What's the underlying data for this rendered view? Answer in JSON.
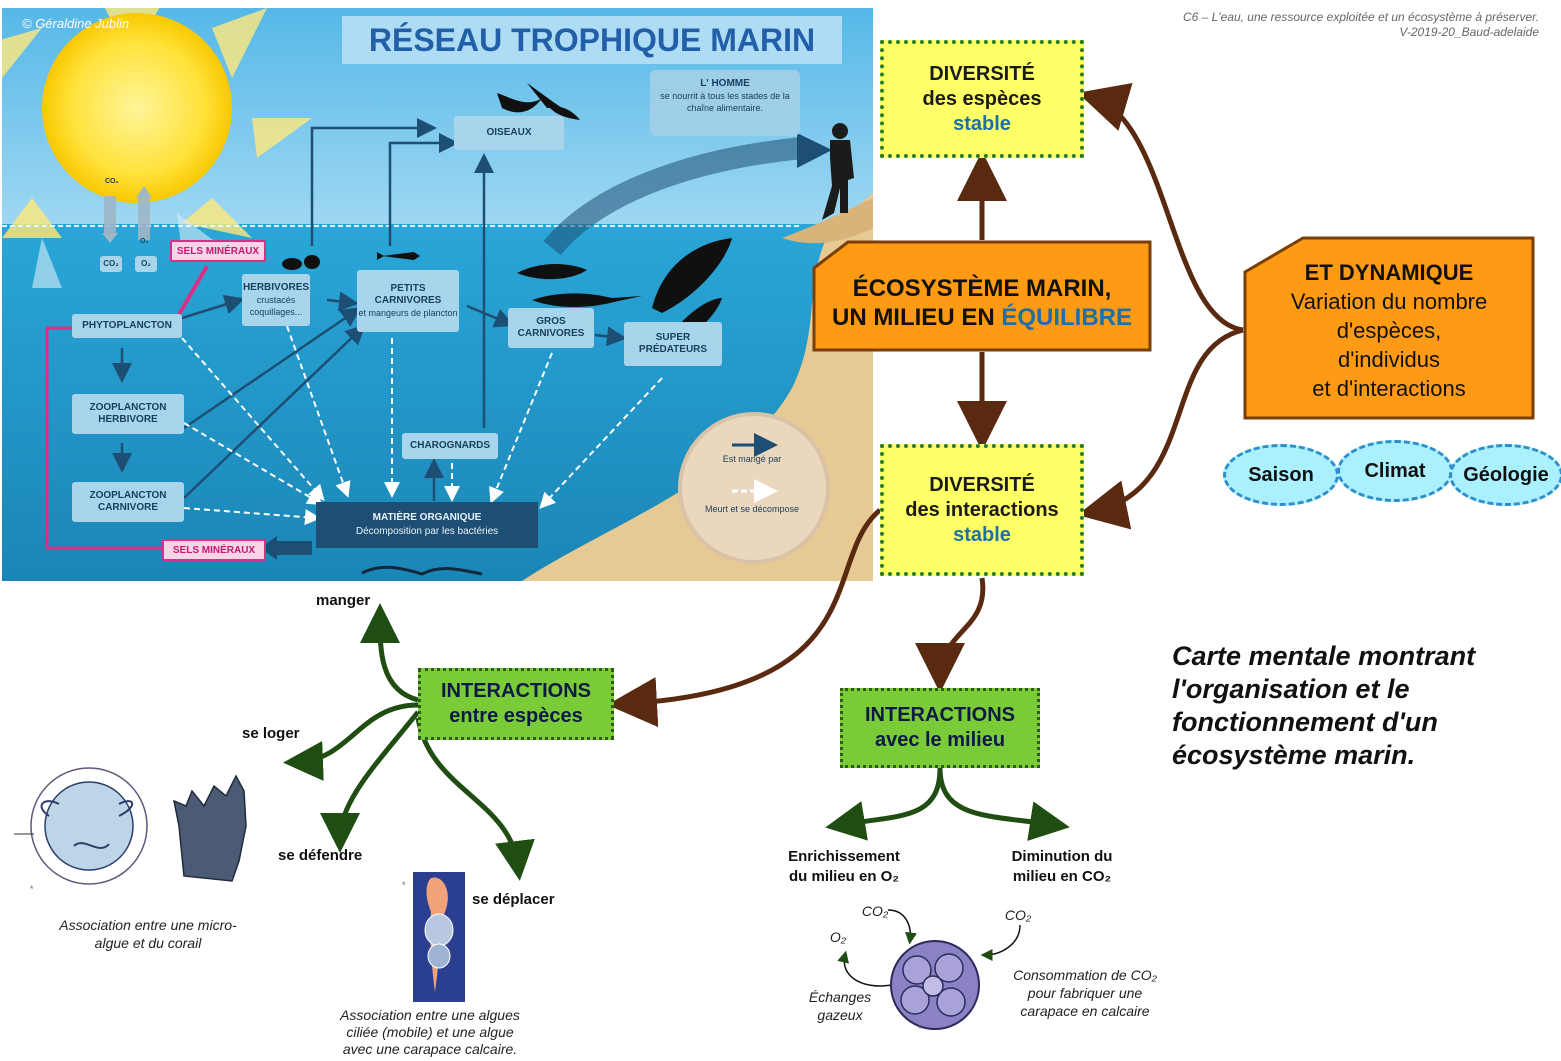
{
  "header": {
    "line1": "C6 – L'eau, une ressource exploitée et un écosystème à préserver.",
    "line2": "V-2019-20_Baud-adelaide"
  },
  "foodweb": {
    "copyright": "© Géraldine Jublin",
    "title": "RÉSEAU TROPHIQUE MARIN",
    "co2_top": "CO₂",
    "o2_top": "O₂",
    "co2_box": "CO₂",
    "o2_box": "O₂",
    "sels_top": "SELS MINÉRAUX",
    "sels_bottom": "SELS MINÉRAUX",
    "phytoplancton": "PHYTOPLANCTON",
    "herbivores_title": "HERBIVORES",
    "herbivores_sub": "crustacés coquillages...",
    "petits_title": "PETITS CARNIVORES",
    "petits_sub": "et mangeurs de plancton",
    "gros": "GROS CARNIVORES",
    "super": "SUPER PRÉDATEURS",
    "oiseaux": "OISEAUX",
    "zoo_herb": "ZOOPLANCTON HERBIVORE",
    "zoo_carn": "ZOOPLANCTON CARNIVORE",
    "charognards": "CHAROGNARDS",
    "mo_title": "MATIÈRE ORGANIQUE",
    "mo_sub": "Décomposition par les bactéries",
    "homme_title": "L' HOMME",
    "homme_sub": "se nourrit à tous les stades de la chaîne alimentaire.",
    "legend_eaten": "Est mangé par",
    "legend_decomp": "Meurt et se décompose"
  },
  "mindmap": {
    "center_line1": "ÉCOSYSTÈME MARIN,",
    "center_line2a": "UN MILIEU EN ",
    "center_line2b": "ÉQUILIBRE",
    "div_especes_1": "DIVERSITÉ",
    "div_especes_2": "des espèces",
    "div_especes_3": "stable",
    "div_inter_1": "DIVERSITÉ",
    "div_inter_2": "des interactions",
    "div_inter_3": "stable",
    "dyn_title": "ET DYNAMIQUE",
    "dyn_1": "Variation du nombre",
    "dyn_2": "d'espèces,",
    "dyn_3": "d'individus",
    "dyn_4": "et d'interactions",
    "factors": [
      "Saison",
      "Climat",
      "Géologie"
    ],
    "inter_especes_1": "INTERACTIONS",
    "inter_especes_2": "entre espèces",
    "inter_milieu_1": "INTERACTIONS",
    "inter_milieu_2": "avec le milieu",
    "branches": {
      "manger": "manger",
      "se_loger": "se loger",
      "se_defendre": "se défendre",
      "se_deplacer": "se déplacer"
    },
    "enrich_1": "Enrichissement",
    "enrich_2": "du milieu en O₂",
    "dimin_1": "Diminution du",
    "dimin_2": "milieu en CO₂",
    "cap_coral_1": "Association entre une micro-",
    "cap_coral_2": "algue et du corail",
    "cap_cilie_1": "Association entre une algues",
    "cap_cilie_2": "ciliée (mobile) et une algue",
    "cap_cilie_3": "avec une carapace calcaire.",
    "cocco_co2_in": "CO₂",
    "cocco_co2_right": "CO₂",
    "cocco_o2": "O₂",
    "echanges_1": "Échanges",
    "echanges_2": "gazeux",
    "conso_1": "Consommation de CO₂",
    "conso_2": "pour fabriquer une",
    "conso_3": "carapace en calcaire",
    "star": "*",
    "summary_1": "Carte mentale montrant",
    "summary_2": "l'organisation et le",
    "summary_3": "fonctionnement d'un",
    "summary_4": "écosystème marin."
  },
  "colors": {
    "brown_arrow": "#5a2a10",
    "green_arrow": "#1f4d12",
    "yellow_box": "#ffff66",
    "orange_box": "#ff9a14",
    "green_box": "#7acb38",
    "stable_blue": "#1d6fa8"
  }
}
